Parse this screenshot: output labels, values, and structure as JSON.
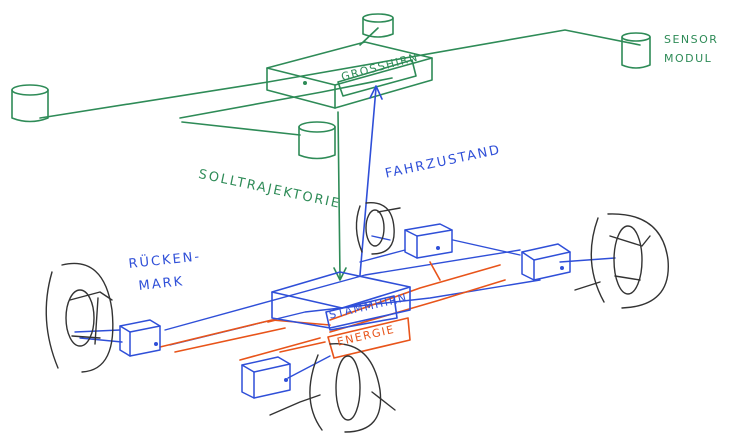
{
  "labels": {
    "sensor_line1": "SENSOR",
    "sensor_line2": "MODUL",
    "grosshirn": "GROSSHIRN",
    "solltrajektorie": "SOLLTRAJEKTORIE",
    "fahrzustand": "FAHRZUSTAND",
    "ruecken_line1": "RÜCKEN-",
    "ruecken_line2": "MARK",
    "stammhirn": "STAMMHIRN",
    "energie": "ENERGIE"
  },
  "colors": {
    "green": "#2e8b57",
    "blue": "#2f4fd8",
    "orange": "#e8541a",
    "dark": "#333333"
  }
}
